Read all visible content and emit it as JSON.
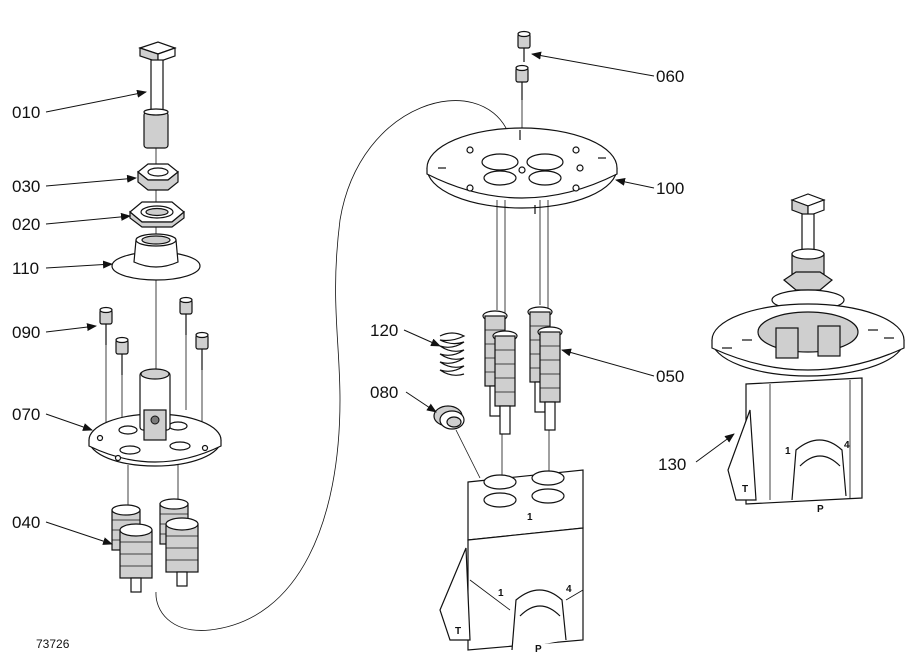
{
  "drawing_number": "73726",
  "callouts": {
    "c010": "010",
    "c030": "030",
    "c020": "020",
    "c110": "110",
    "c090": "090",
    "c070": "070",
    "c040": "040",
    "c060": "060",
    "c100": "100",
    "c120": "120",
    "c080": "080",
    "c050": "050",
    "c130": "130"
  },
  "port_marks": {
    "t": "T",
    "p": "P",
    "one": "1",
    "four": "4"
  }
}
